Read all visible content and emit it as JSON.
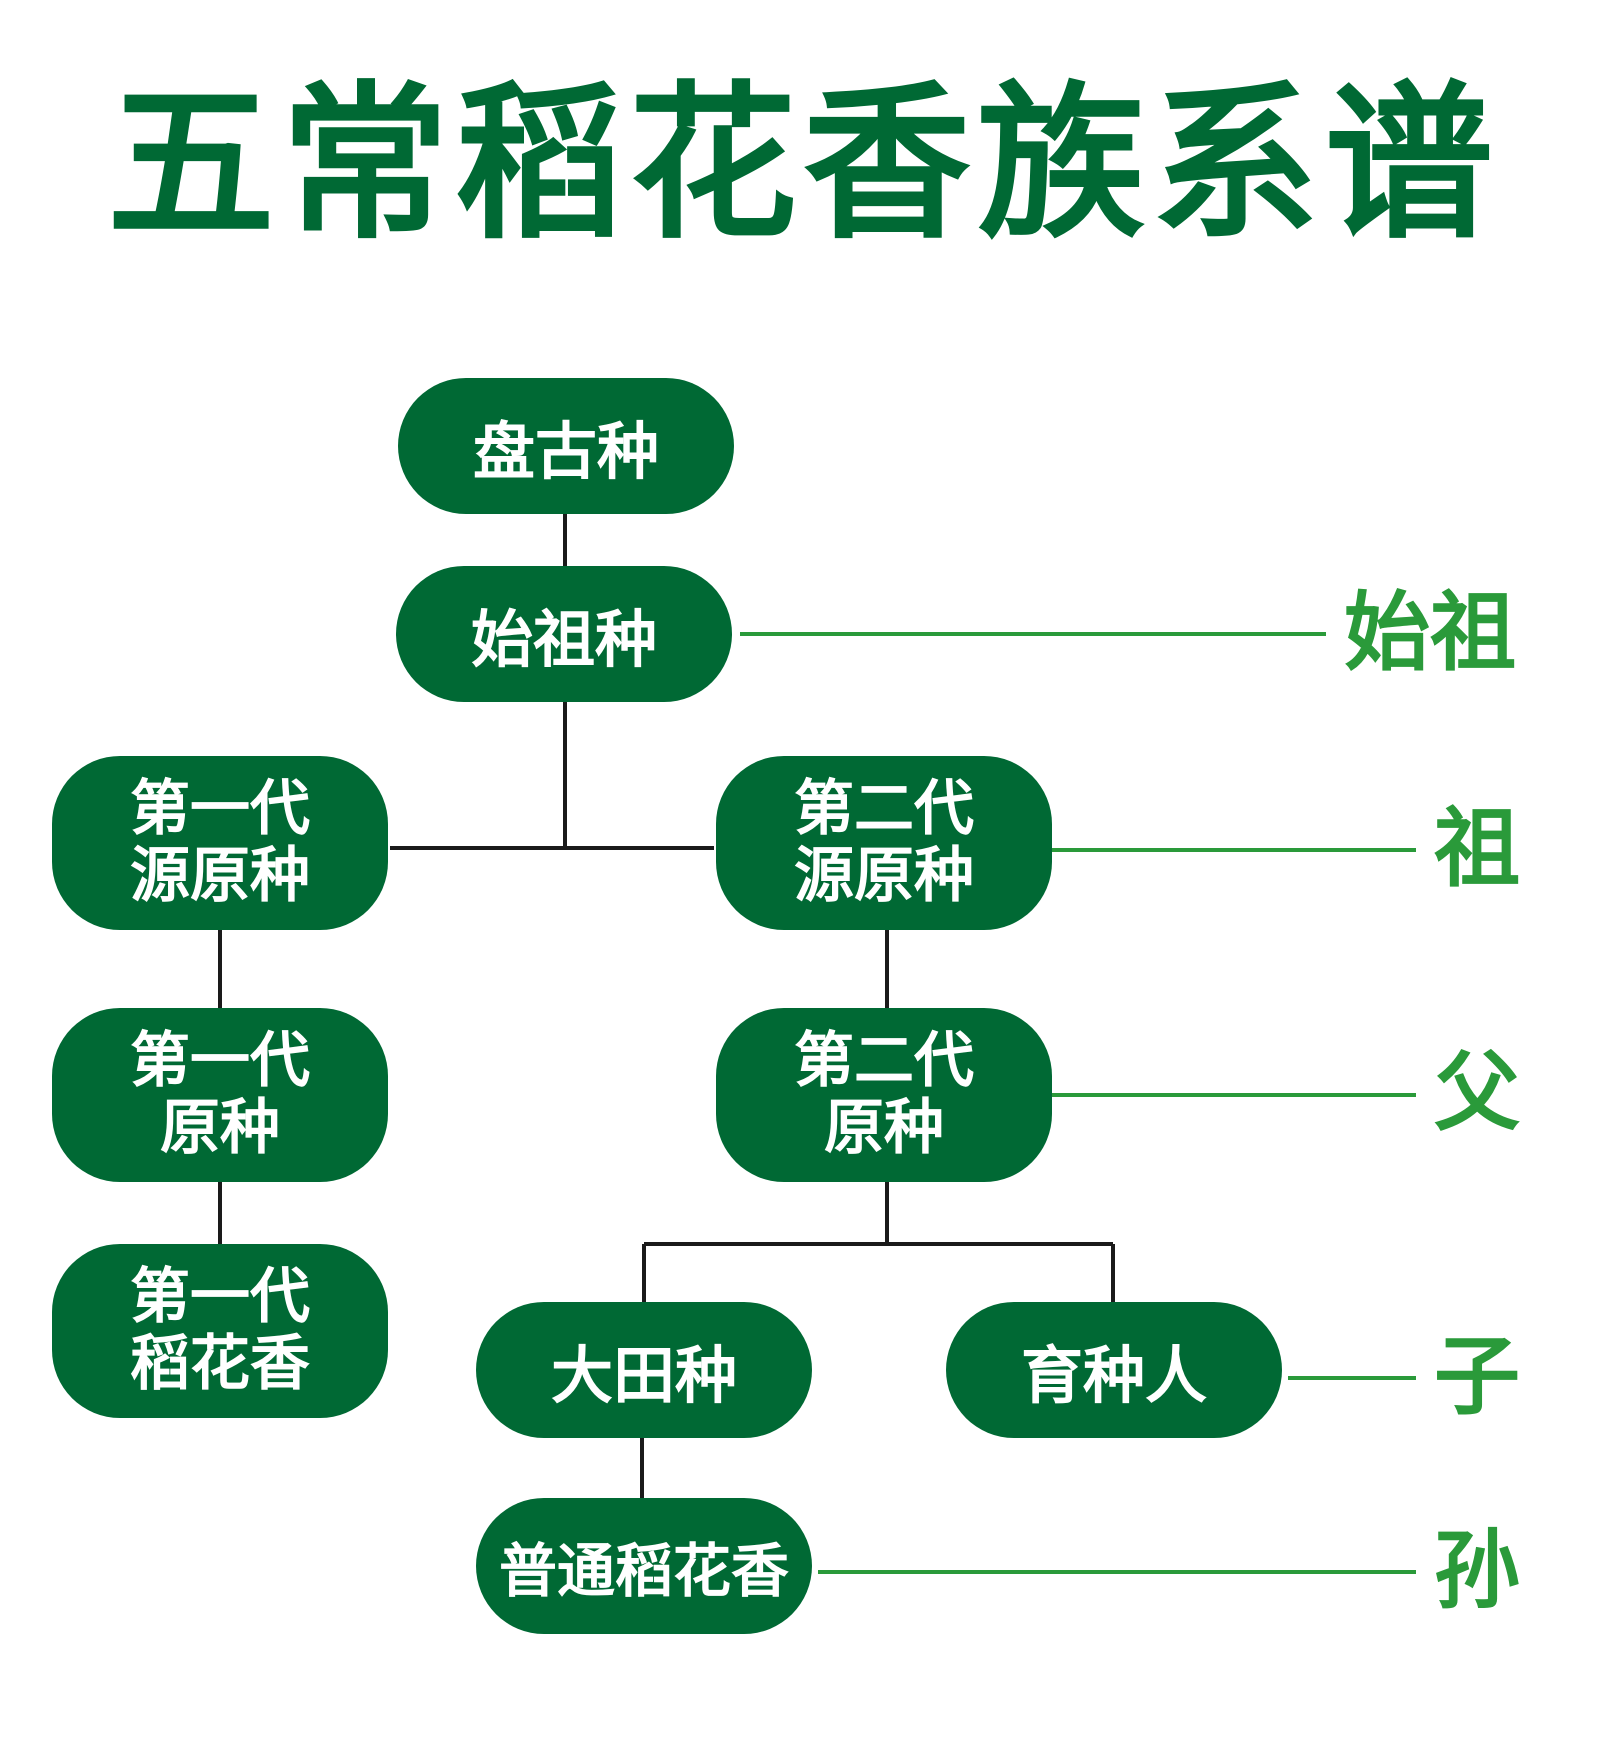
{
  "title": "五常稻花香族系谱",
  "nodes": {
    "pangu": {
      "label": "盘古种"
    },
    "shizu": {
      "label": "始祖种"
    },
    "gen1_source": {
      "line1": "第一代",
      "line2": "源原种"
    },
    "gen2_source": {
      "line1": "第二代",
      "line2": "源原种"
    },
    "gen1_original": {
      "line1": "第一代",
      "line2": "原种"
    },
    "gen2_original": {
      "line1": "第二代",
      "line2": "原种"
    },
    "gen1_daohuaxiang": {
      "line1": "第一代",
      "line2": "稻花香"
    },
    "datian": {
      "label": "大田种"
    },
    "breeder": {
      "label": "育种人"
    },
    "common": {
      "label": "普通稻花香"
    }
  },
  "generations": {
    "shizu": "始祖",
    "zu": "祖",
    "fu": "父",
    "zi": "子",
    "sun": "孙"
  },
  "colors": {
    "node_fill": "#006934",
    "title": "#006934",
    "generation_label": "#2a9a3a",
    "tree_line": "#1a1a1a",
    "generation_line": "#2a9a3a"
  }
}
